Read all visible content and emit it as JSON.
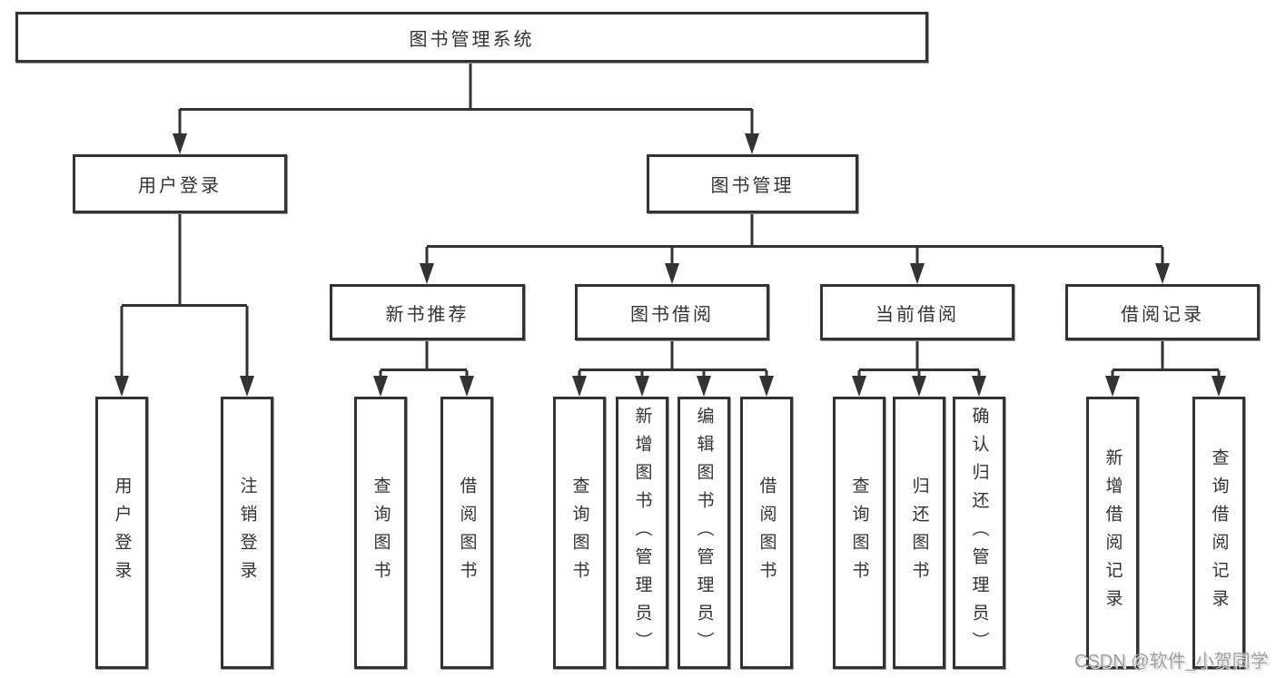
{
  "tree": {
    "root": "图书管理系统",
    "branches": [
      {
        "label": "用户登录",
        "leaves": [
          "用户登录",
          "注销登录"
        ]
      },
      {
        "label": "图书管理",
        "groups": [
          {
            "label": "新书推荐",
            "leaves": [
              "查询图书",
              "借阅图书"
            ]
          },
          {
            "label": "图书借阅",
            "leaves": [
              "查询图书",
              "新增图书（管理员）",
              "编辑图书（管理员）",
              "借阅图书"
            ]
          },
          {
            "label": "当前借阅",
            "leaves": [
              "查询图书",
              "归还图书",
              "确认归还（管理员）"
            ]
          },
          {
            "label": "借阅记录",
            "leaves": [
              "新增借阅记录",
              "查询借阅记录"
            ]
          }
        ]
      }
    ]
  },
  "watermark": "CSDN @软件_小贺同学",
  "colors": {
    "line": "#333333",
    "text": "#333333",
    "watermark": "#a0a0a0",
    "background": "#ffffff"
  }
}
